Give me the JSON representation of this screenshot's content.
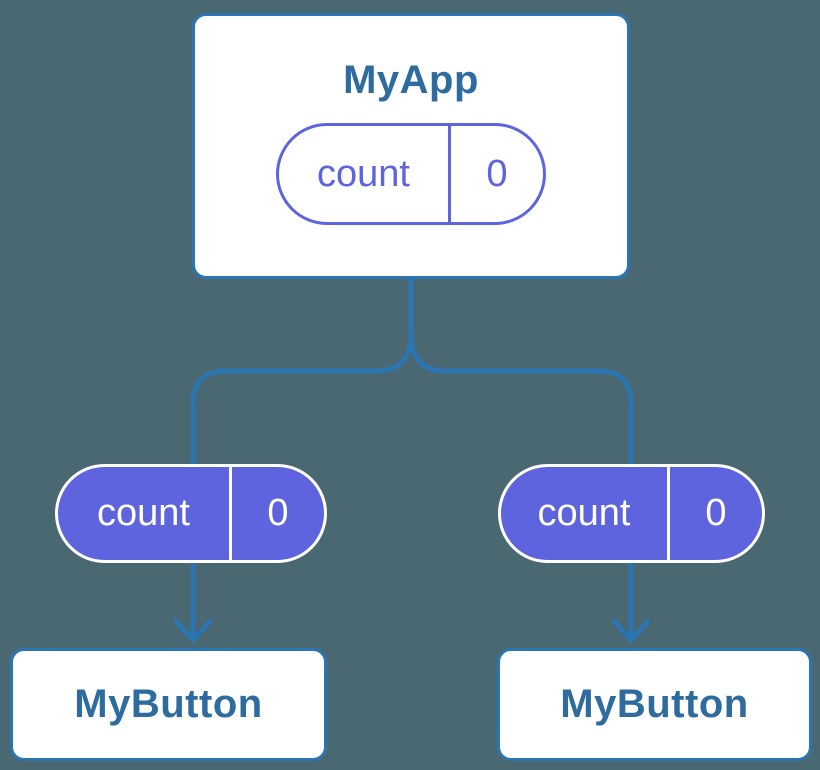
{
  "colors": {
    "background": "#4A6872",
    "connector_blue": "#2B76B2",
    "node_border_blue": "#2B76B2",
    "node_title_blue": "#2E6B9F",
    "state_purple": "#5E63DE",
    "node_background": "#FFFFFF",
    "solid_pill_text": "#FFFFFF"
  },
  "diagram": {
    "root": {
      "title": "MyApp",
      "state_pill": {
        "label": "count",
        "value": "0"
      }
    },
    "children": [
      {
        "title": "MyButton",
        "state_pill": {
          "label": "count",
          "value": "0"
        }
      },
      {
        "title": "MyButton",
        "state_pill": {
          "label": "count",
          "value": "0"
        }
      }
    ]
  }
}
